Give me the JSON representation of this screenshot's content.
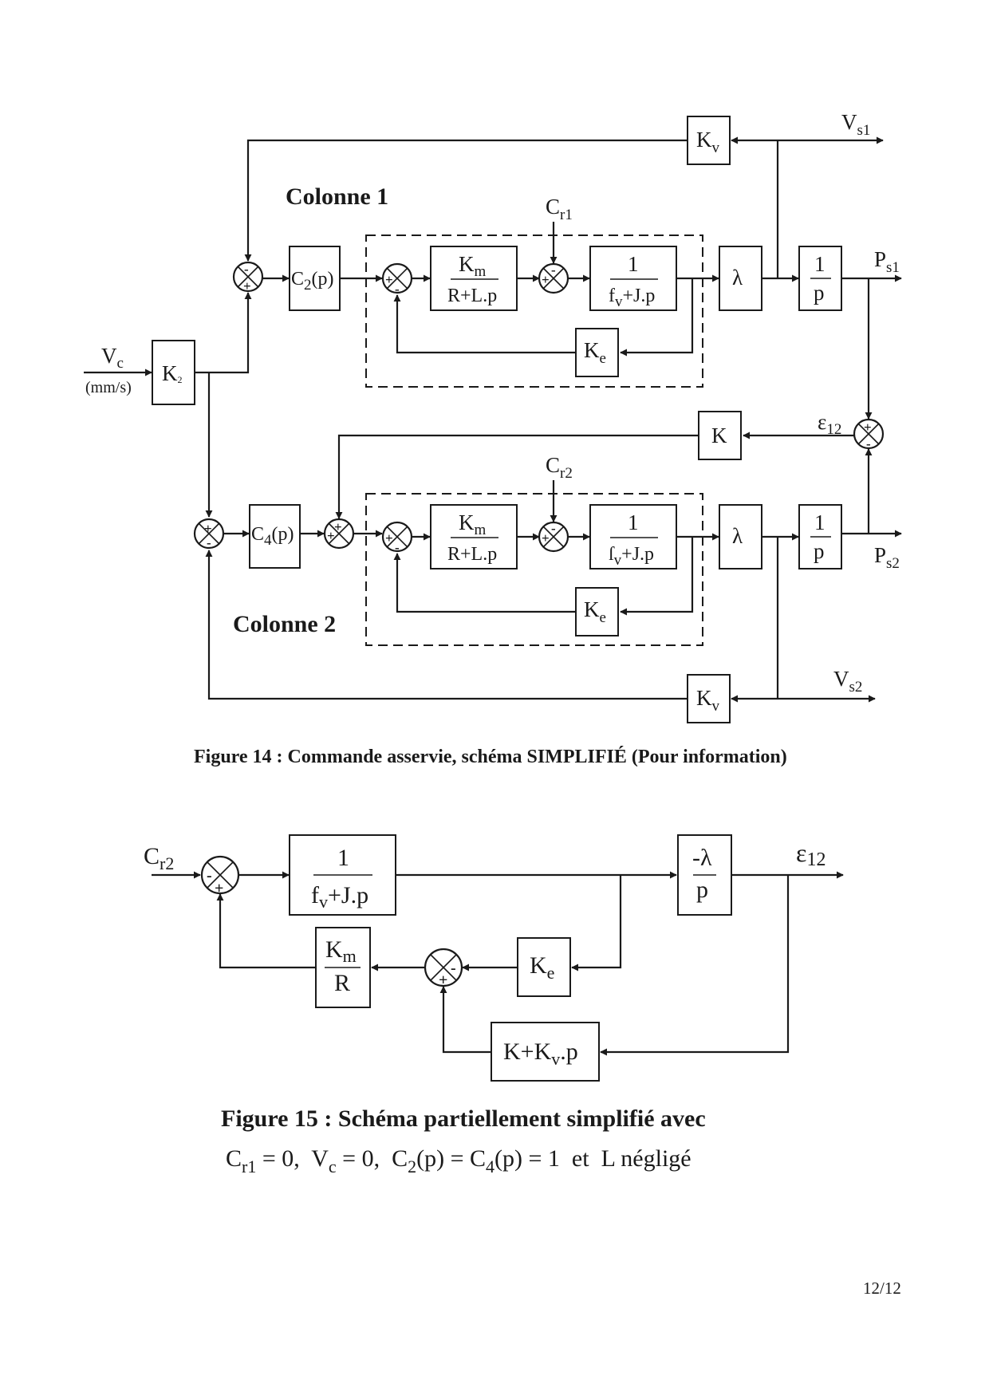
{
  "figure14": {
    "caption": "Figure 14 : Commande asservie, schéma SIMPLIFIÉ (Pour information)",
    "column1_title": "Colonne 1",
    "column2_title": "Colonne 2",
    "input": {
      "main": "V",
      "sub": "c",
      "unit": "(mm/s)"
    },
    "blocks": {
      "k2": {
        "main": "K",
        "sub": "2"
      },
      "c2": {
        "main": "C",
        "sub": "2",
        "tail": "(p)"
      },
      "c4": {
        "main": "C",
        "sub": "4",
        "tail": "(p)"
      },
      "motor_num": {
        "main": "K",
        "sub": "m"
      },
      "motor_den": "R+L.p",
      "mech_num": "1",
      "mech_den": {
        "main": "f",
        "sub": "v",
        "tail": "+J.p"
      },
      "mech_den2": {
        "main": "ſ",
        "sub": "v",
        "tail": "+J.p"
      },
      "ke": {
        "main": "K",
        "sub": "e"
      },
      "lambda": "λ",
      "integ_num": "1",
      "integ_den": "p",
      "kv": {
        "main": "K",
        "sub": "v"
      },
      "k": "K"
    },
    "signals": {
      "cr1": {
        "main": "C",
        "sub": "r1"
      },
      "cr2": {
        "main": "C",
        "sub": "r2"
      },
      "vs1": {
        "main": "V",
        "sub": "s1"
      },
      "vs2": {
        "main": "V",
        "sub": "s2"
      },
      "ps1": {
        "main": "P",
        "sub": "s1"
      },
      "ps2": {
        "main": "P",
        "sub": "s2"
      },
      "eps12": {
        "main": "ε",
        "sub": "12"
      }
    },
    "signs": {
      "plus": "+",
      "minus": "-"
    }
  },
  "figure15": {
    "caption": "Figure 15 : Schéma partiellement simplifié avec",
    "conditions": [
      {
        "main": "C",
        "sub": "r1",
        "tail": " = 0,  "
      },
      {
        "main": "V",
        "sub": "c",
        "tail": " = 0,  "
      },
      {
        "main": "C",
        "sub": "2",
        "tail": "(p) = "
      },
      {
        "main": "C",
        "sub": "4",
        "tail": "(p) = 1  et  L négligé"
      }
    ],
    "input": {
      "main": "C",
      "sub": "r2"
    },
    "output": {
      "main": "ε",
      "sub": "12"
    },
    "blocks": {
      "mech_num": "1",
      "mech_den": {
        "main": "f",
        "sub": "v",
        "tail": "+J.p"
      },
      "integ_num": "-λ",
      "integ_den": "p",
      "km_num": {
        "main": "K",
        "sub": "m"
      },
      "km_den": "R",
      "ke": {
        "main": "K",
        "sub": "e"
      },
      "pd": {
        "main": "K+K",
        "sub": "v",
        "tail": ".p"
      }
    }
  },
  "page": {
    "number": "12/12"
  }
}
